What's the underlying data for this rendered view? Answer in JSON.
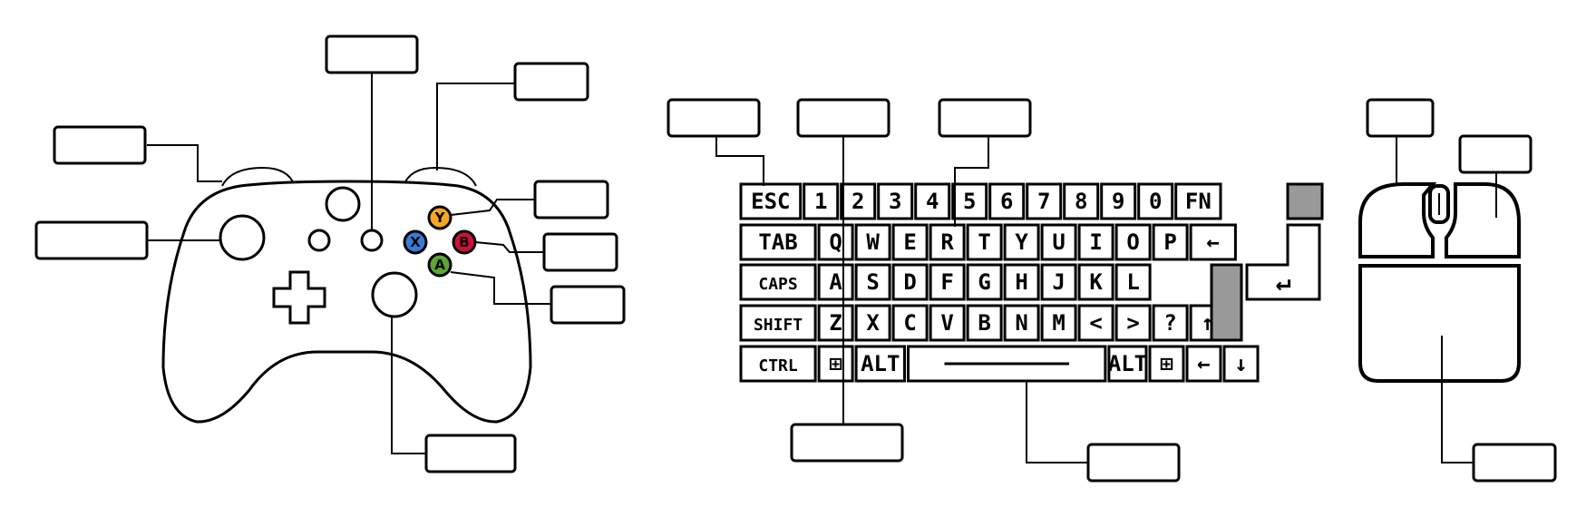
{
  "colors": {
    "button_y": "#f5a623",
    "button_b": "#d0103a",
    "button_x": "#3a7bd5",
    "button_a": "#5aa832",
    "outline": "#000000",
    "background": "#ffffff"
  },
  "controller": {
    "buttons": {
      "y": "Y",
      "b": "B",
      "x": "X",
      "a": "A"
    }
  },
  "keyboard": {
    "rows": [
      [
        "ESC",
        "1",
        "2",
        "3",
        "4",
        "5",
        "6",
        "7",
        "8",
        "9",
        "0",
        "FN"
      ],
      [
        "TAB",
        "Q",
        "W",
        "E",
        "R",
        "T",
        "Y",
        "U",
        "I",
        "O",
        "P",
        "←"
      ],
      [
        "CAPS",
        "A",
        "S",
        "D",
        "F",
        "G",
        "H",
        "J",
        "K",
        "L"
      ],
      [
        "SHIFT",
        "Z",
        "X",
        "C",
        "V",
        "B",
        "N",
        "M",
        "<",
        ">",
        "?",
        "↑"
      ],
      [
        "CTRL",
        "⊞",
        "ALT",
        "",
        "ALT",
        "⊞",
        "←",
        "↓"
      ]
    ],
    "enter_symbol": "↵"
  },
  "label_boxes": [
    {
      "id": "left-bumper",
      "text": ""
    },
    {
      "id": "left-stick",
      "text": ""
    },
    {
      "id": "view-button",
      "text": ""
    },
    {
      "id": "right-bumper",
      "text": ""
    },
    {
      "id": "button-y",
      "text": ""
    },
    {
      "id": "button-b",
      "text": ""
    },
    {
      "id": "button-a",
      "text": ""
    },
    {
      "id": "right-stick",
      "text": ""
    },
    {
      "id": "key-esc",
      "text": ""
    },
    {
      "id": "key-w",
      "text": ""
    },
    {
      "id": "key-e",
      "text": ""
    },
    {
      "id": "key-a",
      "text": ""
    },
    {
      "id": "key-space",
      "text": ""
    },
    {
      "id": "mouse-wheel",
      "text": ""
    },
    {
      "id": "mouse-right",
      "text": ""
    },
    {
      "id": "mouse-body",
      "text": ""
    }
  ]
}
